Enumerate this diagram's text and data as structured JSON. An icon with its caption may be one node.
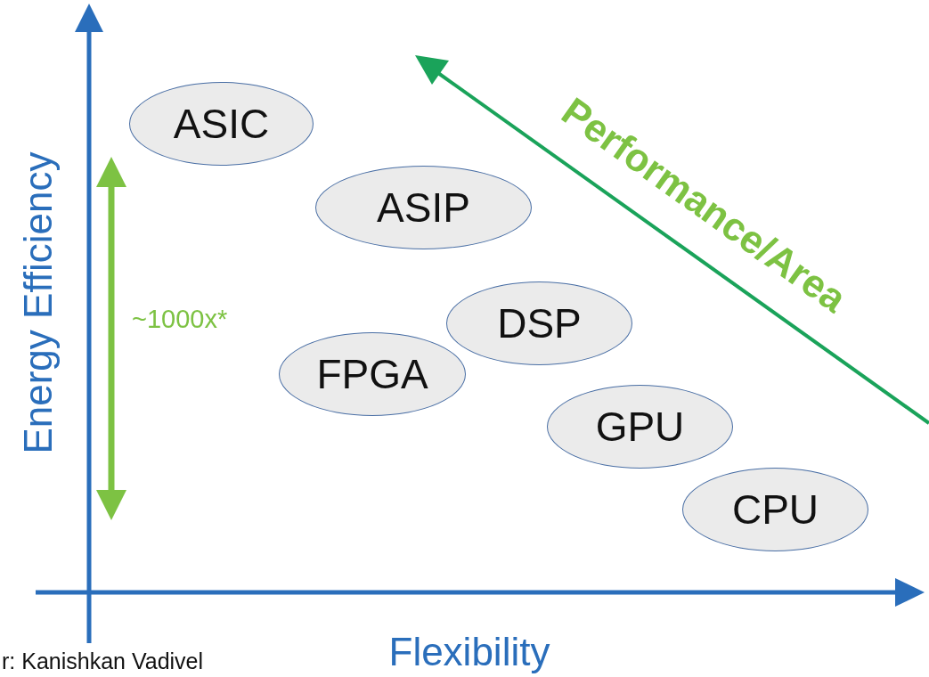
{
  "diagram": {
    "nodes": [
      {
        "text": [
          "ASIC"
        ]
      },
      {
        "text": [
          "ASIP"
        ]
      },
      {
        "text": [
          "DSP"
        ]
      },
      {
        "text": [
          "FPGA"
        ]
      },
      {
        "text": [
          "GPU"
        ]
      },
      {
        "text": [
          "CPU"
        ]
      }
    ],
    "labels": [
      "Energy Efficiency",
      "~1000x*",
      "Performance/Area",
      "Flexibility",
      "r: Kanishkan Vadivel"
    ]
  }
}
